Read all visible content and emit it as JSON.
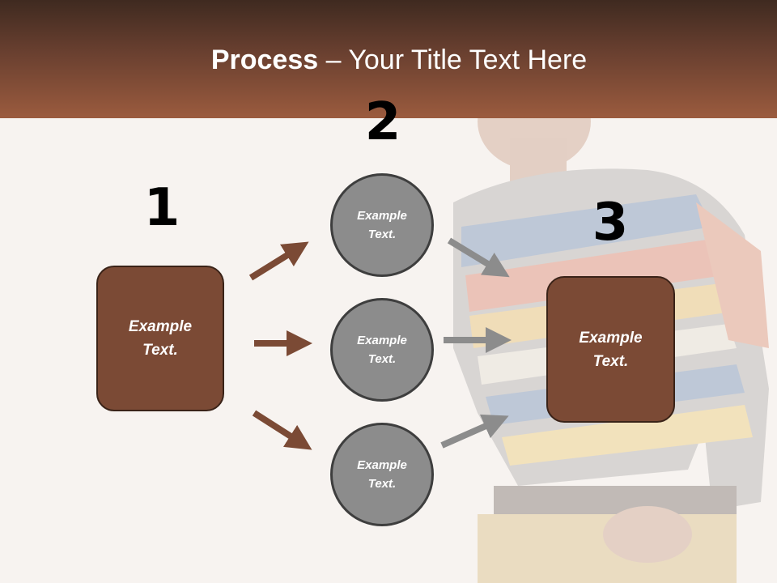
{
  "title": {
    "bold": "Process",
    "rest": " – Your Title Text Here"
  },
  "steps": [
    {
      "number": "1",
      "text": "Example\nText."
    },
    {
      "number": "2",
      "circles": [
        "Example\nText.",
        "Example\nText.",
        "Example\nText."
      ]
    },
    {
      "number": "3",
      "text": "Example\nText."
    }
  ],
  "colors": {
    "brown": "#7b4a35",
    "gray": "#8c8c8c",
    "arrow_brown": "#7b4a35",
    "arrow_gray": "#8c8c8c"
  }
}
